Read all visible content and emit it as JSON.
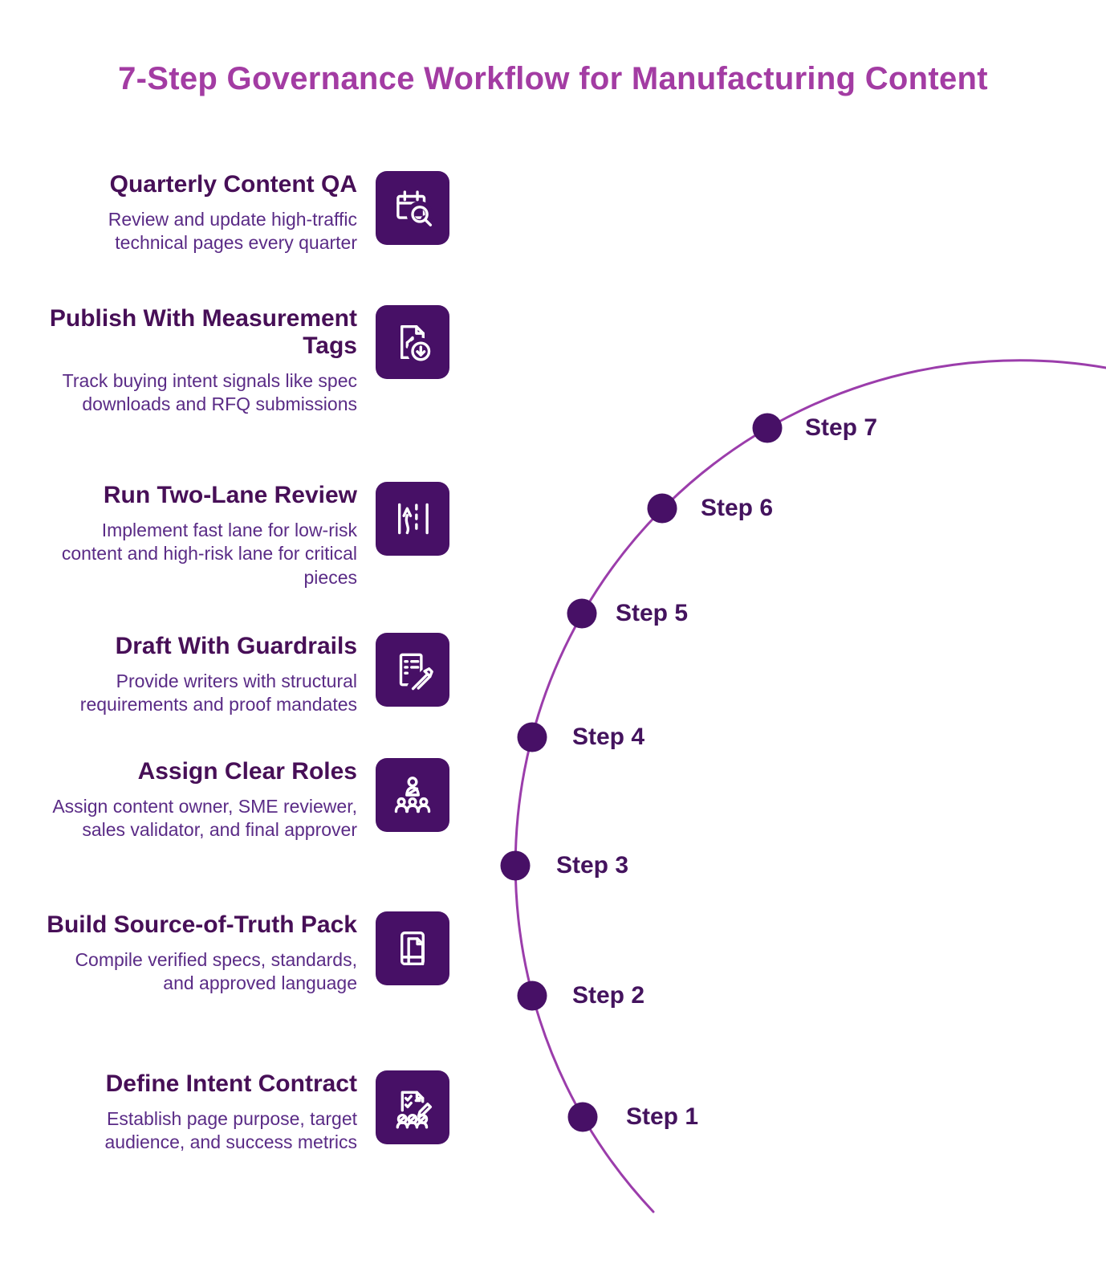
{
  "title": "7-Step Governance Workflow for Manufacturing Content",
  "colors": {
    "title_magenta": "#a33ca3",
    "heading_purple": "#470f57",
    "body_purple": "#5a2b86",
    "step_label_purple": "#44135e",
    "icon_background": "#471066",
    "dot_fill": "#471066",
    "arc_stroke": "#9b3dab"
  },
  "items": [
    {
      "title": "Quarterly Content QA",
      "description": "Review and update high-traffic technical pages every quarter",
      "icon": "calendar-search-icon"
    },
    {
      "title": "Publish With Measurement Tags",
      "description": "Track buying intent signals like spec downloads and RFQ submissions",
      "icon": "document-chart-download-icon"
    },
    {
      "title": "Run Two-Lane Review",
      "description": "Implement fast lane for low-risk content and high-risk lane for critical pieces",
      "icon": "two-lane-road-icon"
    },
    {
      "title": "Draft With Guardrails",
      "description": "Provide writers with structural requirements and proof mandates",
      "icon": "document-pen-icon"
    },
    {
      "title": "Assign Clear Roles",
      "description": "Assign content owner, SME reviewer, sales validator, and final approver",
      "icon": "team-roles-icon"
    },
    {
      "title": "Build Source-of-Truth Pack",
      "description": "Compile verified specs, standards, and approved language",
      "icon": "document-stack-icon"
    },
    {
      "title": "Define Intent Contract",
      "description": "Establish page purpose, target audience, and success metrics",
      "icon": "contract-checklist-icon"
    }
  ],
  "steps": [
    {
      "label": "Step 1"
    },
    {
      "label": "Step 2"
    },
    {
      "label": "Step 3"
    },
    {
      "label": "Step 4"
    },
    {
      "label": "Step 5"
    },
    {
      "label": "Step 6"
    },
    {
      "label": "Step 7"
    }
  ]
}
